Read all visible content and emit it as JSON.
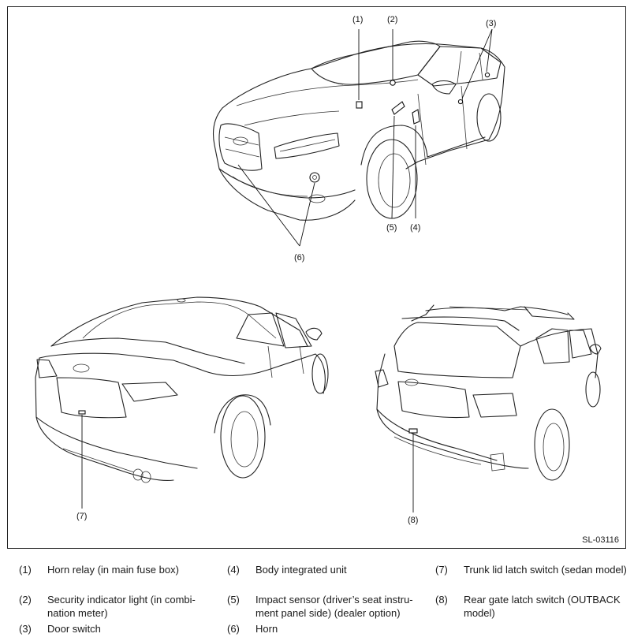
{
  "figure": {
    "figure_id": "SL-03116",
    "callouts": {
      "c1": "(1)",
      "c2": "(2)",
      "c3": "(3)",
      "c4": "(4)",
      "c5": "(5)",
      "c6": "(6)",
      "c7": "(7)",
      "c8": "(8)"
    }
  },
  "legend": {
    "items": [
      {
        "num": "(1)",
        "text": "Horn relay (in main fuse box)"
      },
      {
        "num": "(2)",
        "text": "Security indicator light (in combi-nation meter)"
      },
      {
        "num": "(3)",
        "text": "Door switch"
      },
      {
        "num": "(4)",
        "text": "Body integrated unit"
      },
      {
        "num": "(5)",
        "text": "Impact sensor (driver’s seat instru-ment panel side) (dealer option)"
      },
      {
        "num": "(6)",
        "text": "Horn"
      },
      {
        "num": "(7)",
        "text": "Trunk lid latch switch (sedan model)"
      },
      {
        "num": "(8)",
        "text": "Rear gate latch switch (OUTBACK model)"
      }
    ]
  }
}
